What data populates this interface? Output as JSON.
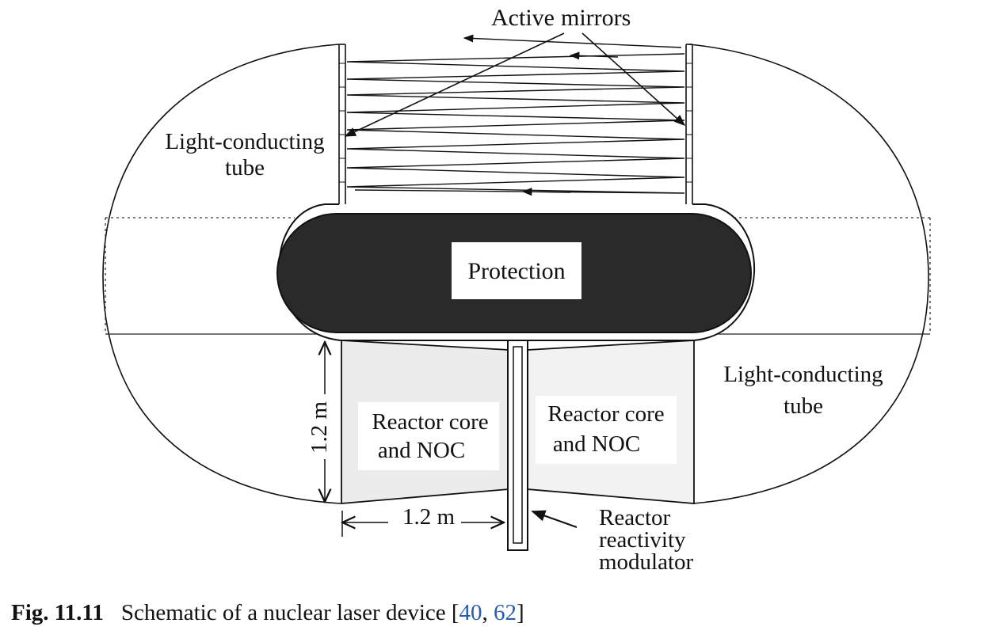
{
  "diagram": {
    "labels": {
      "active_mirrors_part1": "Active",
      "active_mirrors_part2": "mirrors",
      "light_tube_left_line1": "Light-conducting",
      "light_tube_left_line2": "tube",
      "protection": "Protection",
      "light_tube_right_line1": "Light-conducting",
      "light_tube_right_line2": "tube",
      "core_left_line1": "Reactor core",
      "core_left_line2": "and NOC",
      "core_right_line1": "Reactor core",
      "core_right_line2": "and NOC",
      "height_dim": "1.2 m",
      "width_dim": "1.2 m",
      "modulator_line1": "Reactor",
      "modulator_line2": "reactivity",
      "modulator_line3": "modulator"
    }
  },
  "caption": {
    "figure_number": "Fig. 11.11",
    "text": "Schematic of a nuclear laser device [",
    "ref1": "40",
    "separator": ", ",
    "ref2": "62",
    "closing": "]"
  }
}
